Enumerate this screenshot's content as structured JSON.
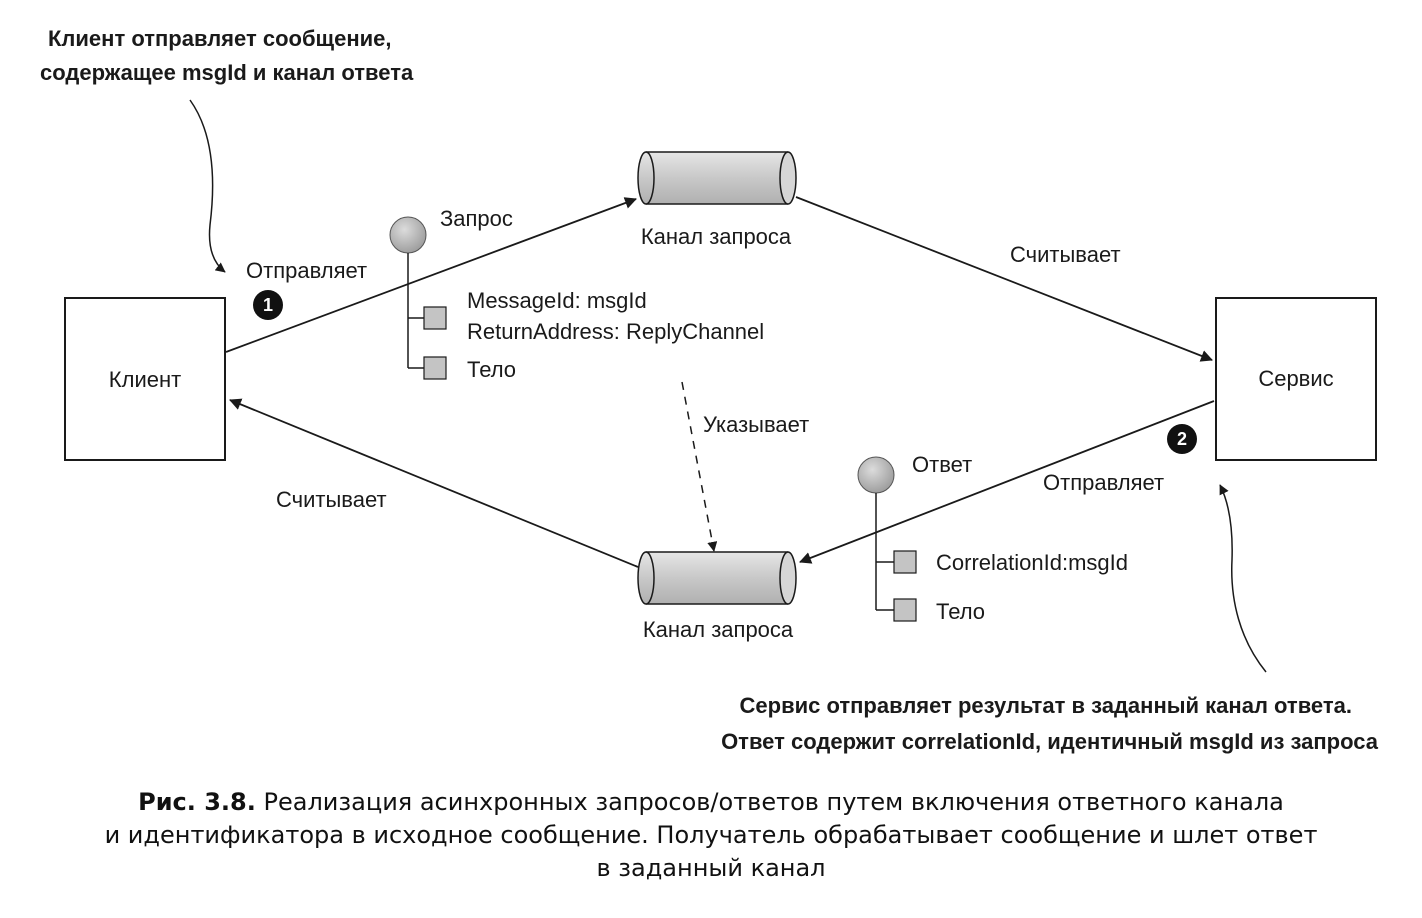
{
  "annotations": {
    "client_note": [
      "Клиент отправляет сообщение,",
      "содержащее msgId и канал ответа"
    ],
    "service_note": [
      "Сервис отправляет результат в заданный канал ответа.",
      "Ответ содержит correlationId, идентичный msgId из запроса"
    ]
  },
  "nodes": {
    "client": "Клиент",
    "service": "Сервис",
    "request_channel_top": "Канал запроса",
    "request_channel_bottom": "Канал запроса"
  },
  "edges": {
    "client_sends": "Отправляет",
    "service_reads": "Считывает",
    "service_sends": "Отправляет",
    "client_reads": "Считывает",
    "points_to": "Указывает"
  },
  "steps": {
    "one": "1",
    "two": "2"
  },
  "request_message": {
    "title": "Запрос",
    "fields": [
      "MessageId: msgId",
      "ReturnAddress: ReplyChannel"
    ],
    "body": "Тело"
  },
  "reply_message": {
    "title": "Ответ",
    "fields": [
      "CorrelationId:msgId"
    ],
    "body": "Тело"
  },
  "caption": {
    "label": "Рис. 3.8.",
    "line1": "Реализация асинхронных запросов/ответов путем включения ответного канала",
    "line2": "и идентификатора в исходное сообщение. Получатель обрабатывает сообщение и шлет ответ",
    "line3": "в заданный канал"
  }
}
